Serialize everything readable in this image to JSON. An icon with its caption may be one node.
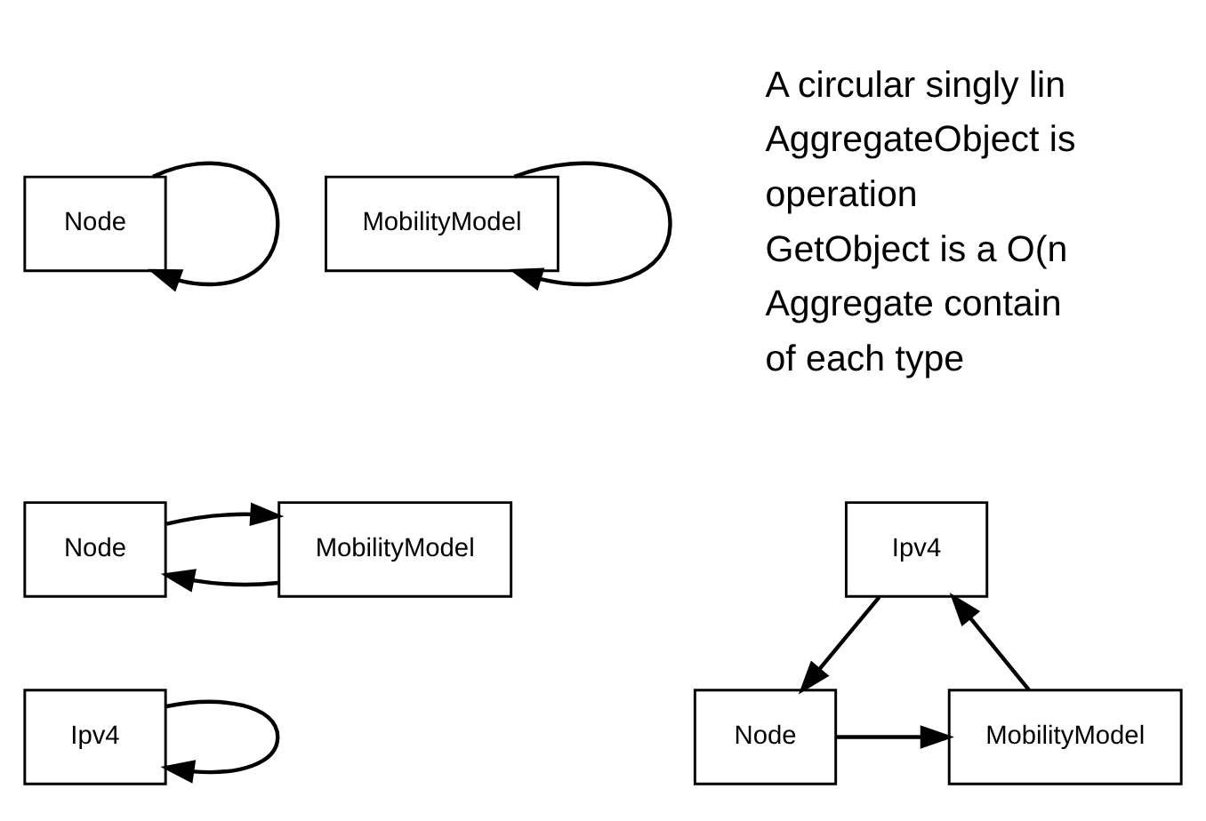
{
  "diagram": {
    "nodes": [
      {
        "text": [
          "Node"
        ]
      },
      {
        "text": [
          "MobilityModel"
        ]
      },
      {
        "text": [
          "Node"
        ]
      },
      {
        "text": [
          "MobilityModel"
        ]
      },
      {
        "text": [
          "Ipv4"
        ]
      },
      {
        "text": [
          "Ipv4"
        ]
      },
      {
        "text": [
          "Node"
        ]
      },
      {
        "text": [
          "MobilityModel"
        ]
      }
    ],
    "edges": [
      {
        "from": 0,
        "to": 0,
        "arrow": "to"
      },
      {
        "from": 1,
        "to": 1,
        "arrow": "to"
      },
      {
        "from": 3,
        "to": 2,
        "arrow": "to"
      },
      {
        "from": 2,
        "to": 3,
        "arrow": "to"
      },
      {
        "from": 4,
        "to": 4,
        "arrow": "to"
      },
      {
        "from": 5,
        "to": 6,
        "arrow": "to"
      },
      {
        "from": 6,
        "to": 7,
        "arrow": "to"
      },
      {
        "from": 7,
        "to": 5,
        "arrow": "to"
      }
    ],
    "labels": [
      "A circular singly lin",
      "AggregateObject is",
      "operation",
      "GetObject is a O(n",
      "Aggregate contain",
      "of each type"
    ]
  }
}
